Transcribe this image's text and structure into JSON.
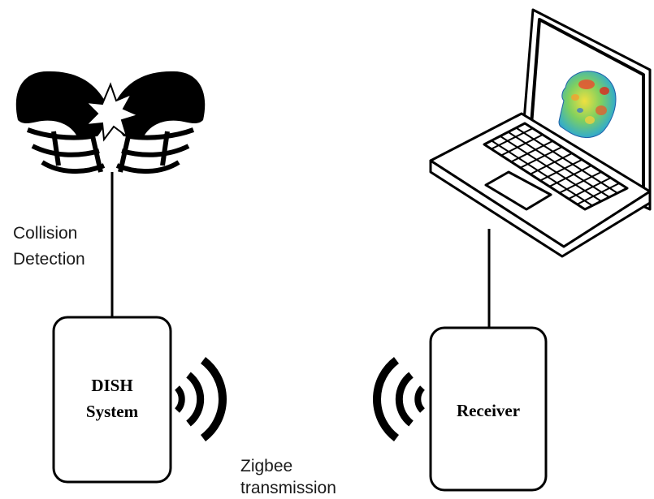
{
  "diagram": {
    "collision_label": {
      "line1": "Collision",
      "line2": "Detection"
    },
    "dish_box": {
      "line1": "DISH",
      "line2": "System"
    },
    "receiver_box": {
      "label": "Receiver"
    },
    "transmission_label": {
      "line1": "Zigbee",
      "line2": "transmission"
    },
    "icons": {
      "helmets": "colliding-helmets-icon",
      "laptop": "laptop-icon",
      "head_map": "head-heatmap-icon",
      "signal_out": "wireless-signal-right-icon",
      "signal_in": "wireless-signal-left-icon"
    },
    "colors": {
      "stroke": "#000000",
      "background": "#ffffff"
    }
  }
}
